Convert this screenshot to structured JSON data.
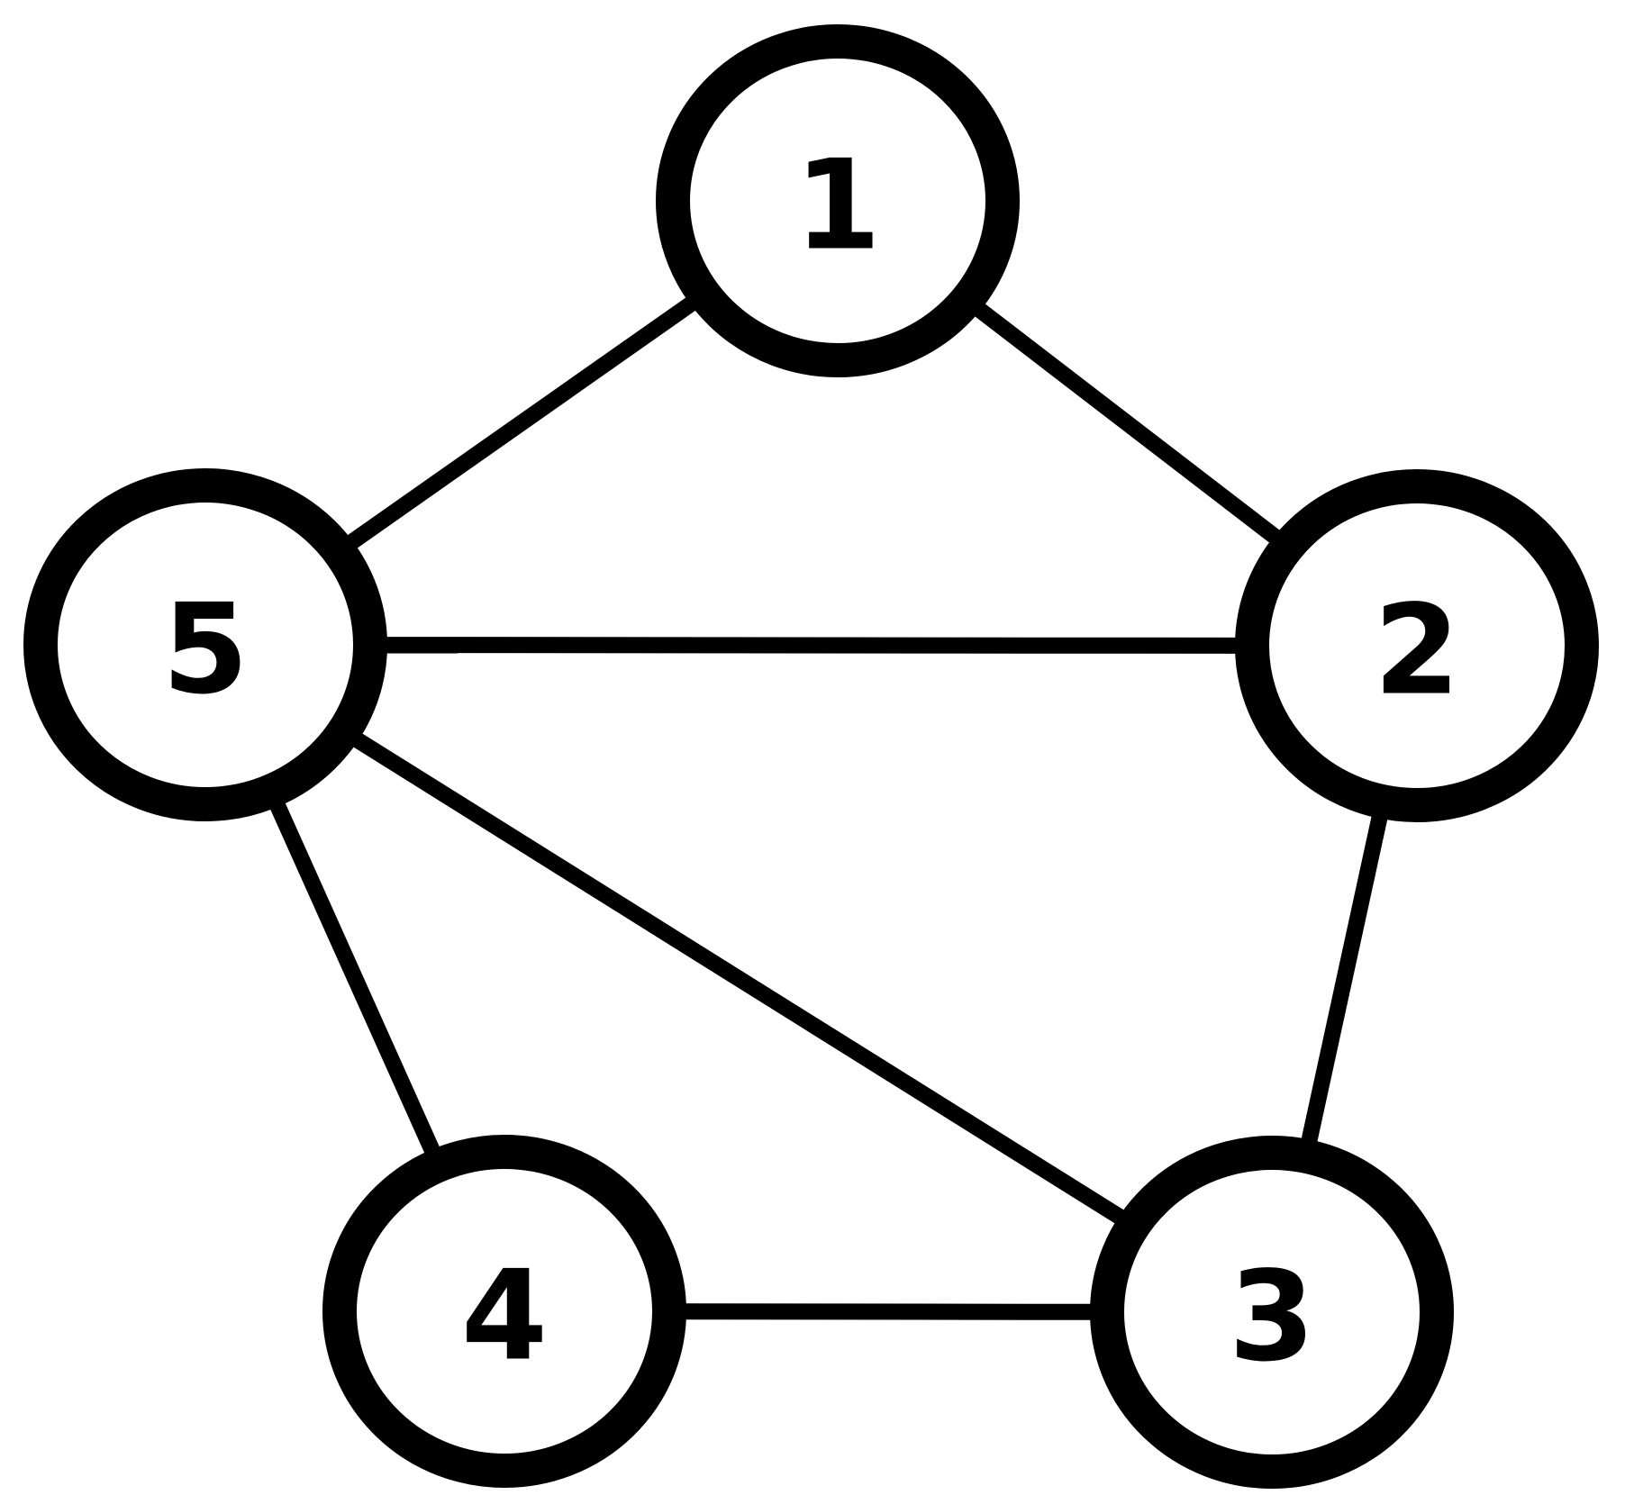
{
  "graph": {
    "nodes": [
      {
        "id": "1",
        "label": "1"
      },
      {
        "id": "2",
        "label": "2"
      },
      {
        "id": "3",
        "label": "3"
      },
      {
        "id": "4",
        "label": "4"
      },
      {
        "id": "5",
        "label": "5"
      }
    ],
    "edges": [
      {
        "from": "1",
        "to": "2"
      },
      {
        "from": "1",
        "to": "5"
      },
      {
        "from": "2",
        "to": "5"
      },
      {
        "from": "2",
        "to": "3"
      },
      {
        "from": "3",
        "to": "4"
      },
      {
        "from": "3",
        "to": "5"
      },
      {
        "from": "4",
        "to": "5"
      }
    ],
    "colors": {
      "stroke": "#000000",
      "fill": "#ffffff",
      "label": "#000000"
    }
  }
}
